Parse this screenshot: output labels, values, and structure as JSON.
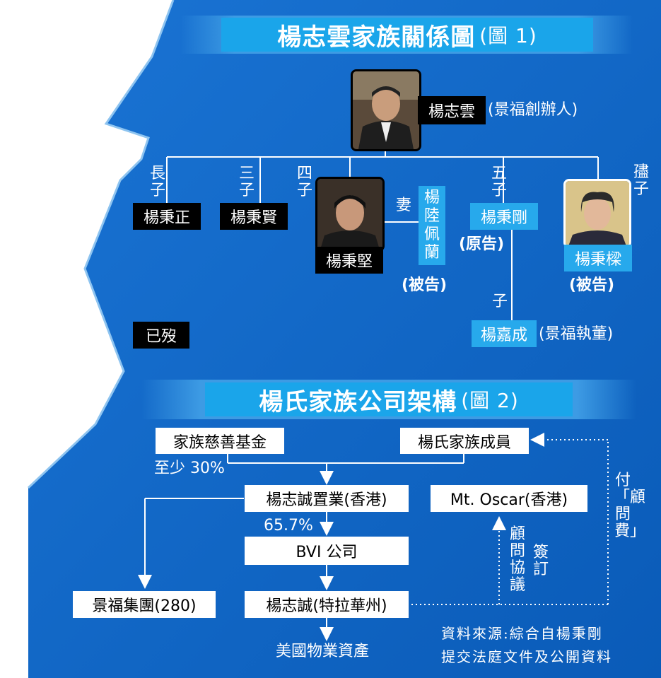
{
  "title1": {
    "main": "楊志雲家族關係圖",
    "fig": "(圖 1)"
  },
  "title2": {
    "main": "楊氏家族公司架構",
    "fig": "(圖 2)"
  },
  "founder": {
    "name": "楊志雲",
    "note": "(景福創辦人)"
  },
  "sons": {
    "eldest": {
      "rank": "長子",
      "name": "楊秉正"
    },
    "third": {
      "rank": "三子",
      "name": "楊秉賢"
    },
    "fourth": {
      "rank": "四子",
      "name": "楊秉堅"
    },
    "wife_label": "妻",
    "wife_name": "楊陸佩蘭",
    "wife_role": "(被告)",
    "fifth": {
      "rank": "五子",
      "name": "楊秉剛",
      "role": "(原告)"
    },
    "youngest": {
      "rank": "孻子",
      "name": "楊秉樑",
      "role": "(被告)"
    },
    "son_label": "子",
    "grandson": {
      "name": "楊嘉成",
      "note": "(景福執董)"
    }
  },
  "legend_deceased": "已歿",
  "structure": {
    "charity": "家族慈善基金",
    "members": "楊氏家族成員",
    "pct_charity": "至少 30%",
    "property_hk": "楊志誠置業(香港)",
    "mt_oscar": "Mt. Oscar(香港)",
    "pct_bvi": "65.7%",
    "bvi": "BVI 公司",
    "group": "景福集團(280)",
    "trust": "楊志誠(特拉華州)",
    "us_assets": "美國物業資產",
    "sign_label_a": "顧問協議",
    "sign_label_b": "簽訂",
    "fee_label": "付「顧問費」"
  },
  "source_line1": "資料來源:綜合自楊秉剛",
  "source_line2": "提交法庭文件及公開資料",
  "colors": {
    "dark_blue": "#0c60c0",
    "mid_blue": "#3d9be4",
    "light_blue": "#27a9ec"
  }
}
